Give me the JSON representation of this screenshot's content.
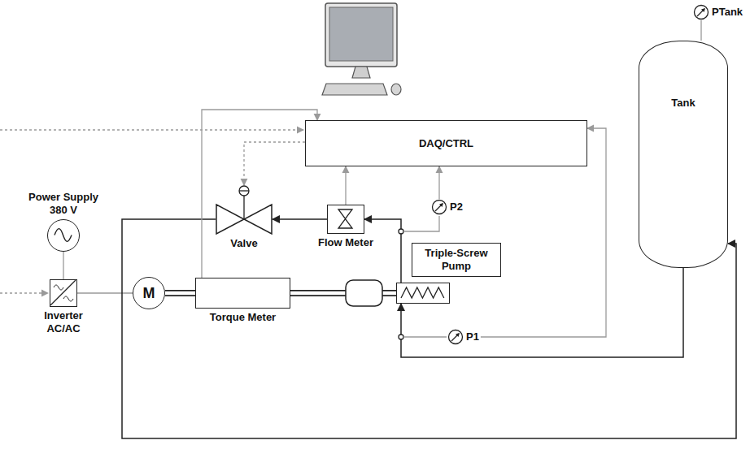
{
  "diagram": {
    "nodes": [
      {
        "text": [
          "DAQ/CTRL"
        ]
      },
      {
        "text": [
          "Tank"
        ]
      },
      {
        "text": [
          "Power Supply 380 V"
        ]
      },
      {
        "text": [
          "Inverter AC/AC"
        ]
      },
      {
        "text": [
          "M"
        ]
      },
      {
        "text": [
          "Torque Meter"
        ]
      },
      {
        "text": [
          "Triple-Screw Pump"
        ]
      },
      {
        "text": [
          "Flow Meter"
        ]
      },
      {
        "text": [
          "Valve"
        ]
      },
      {
        "text": [
          "P2"
        ]
      },
      {
        "text": [
          "P1"
        ]
      },
      {
        "text": [
          "PTank"
        ]
      }
    ],
    "edges": [
      {
        "from": 2,
        "to": 3,
        "arrow": "none"
      },
      {
        "from": 3,
        "to": 4,
        "arrow": "none"
      },
      {
        "from": 4,
        "to": 5,
        "arrow": "none"
      },
      {
        "from": 5,
        "to": 6,
        "arrow": "none"
      },
      {
        "from": 6,
        "to": 7,
        "arrow": "to"
      },
      {
        "from": 7,
        "to": 8,
        "arrow": "to"
      },
      {
        "from": 8,
        "to": 1,
        "arrow": "to"
      },
      {
        "from": 1,
        "to": 6,
        "arrow": "to"
      },
      {
        "from": 7,
        "to": 0,
        "arrow": "to"
      },
      {
        "from": 5,
        "to": 0,
        "arrow": "to"
      },
      {
        "from": 0,
        "to": 8,
        "arrow": "to"
      },
      {
        "from": 10,
        "to": 0,
        "arrow": "to"
      },
      {
        "from": 9,
        "to": 0,
        "arrow": "to"
      },
      {
        "from": 11,
        "to": 1,
        "arrow": "none"
      }
    ]
  }
}
